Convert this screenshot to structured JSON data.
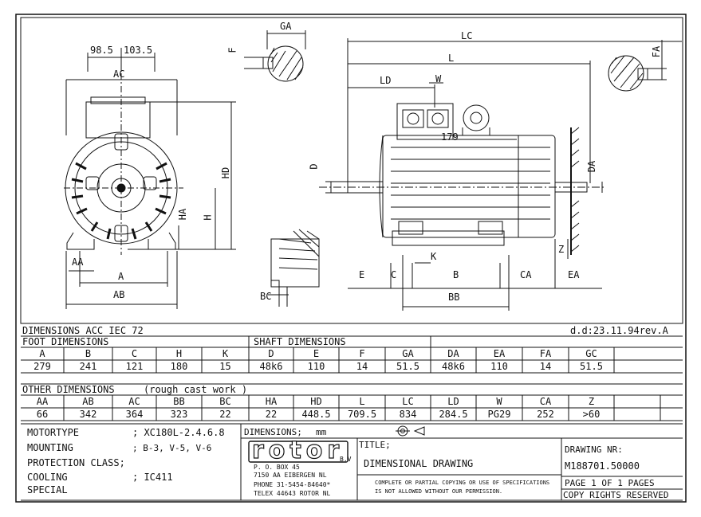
{
  "dims_row1": {
    "AC": "AC",
    "s985": "98.5",
    "s1035": "103.5",
    "HD": "HD",
    "H": "H",
    "HA": "HA",
    "A": "A",
    "AA": "AA",
    "AB": "AB",
    "GA": "GA",
    "F": "F",
    "BC": "BC",
    "LC": "LC",
    "L": "L",
    "LD": "LD",
    "W": "W",
    "s179": "179",
    "D": "D",
    "E": "E",
    "C": "C",
    "B": "B",
    "K": "K",
    "BB": "BB",
    "CA": "CA",
    "EA": "EA",
    "Z": "Z",
    "DA": "DA",
    "FA": "FA"
  },
  "header": {
    "title": "DIMENSIONS ACC IEC 72",
    "date": "d.d:23.11.94rev.A"
  },
  "foot": {
    "label": "FOOT DIMENSIONS",
    "cols": [
      "A",
      "B",
      "C",
      "H",
      "K"
    ],
    "vals": [
      "279",
      "241",
      "121",
      "180",
      "15"
    ]
  },
  "shaft": {
    "label": "SHAFT DIMENSIONS",
    "cols": [
      "D",
      "E",
      "F",
      "GA",
      "DA",
      "EA",
      "FA",
      "GC"
    ],
    "vals": [
      "48k6",
      "110",
      "14",
      "51.5",
      "48k6",
      "110",
      "14",
      "51.5"
    ]
  },
  "other": {
    "label": "OTHER DIMENSIONS",
    "note": "(rough cast work )",
    "cols": [
      "AA",
      "AB",
      "AC",
      "BB",
      "BC",
      "HA",
      "HD",
      "L",
      "LC",
      "LD",
      "W",
      "CA",
      "Z"
    ],
    "vals": [
      "66",
      "342",
      "364",
      "323",
      "22",
      "22",
      "448.5",
      "709.5",
      "834",
      "284.5",
      "PG29",
      "252",
      ">60"
    ]
  },
  "info": {
    "motortype_label": "MOTORTYPE",
    "motortype_value": "XC180L-2.4.6.8",
    "mounting_label": "MOUNTING",
    "mounting_value": "B-3, V-5, V-6",
    "protection_label": "PROTECTION CLASS;",
    "cooling_label": "COOLING",
    "cooling_value": "IC411",
    "special_label": "SPECIAL"
  },
  "company": {
    "dims_label": "DIMENSIONS;",
    "dims_unit": "mm",
    "logo": "rotor",
    "logo_suffix": "B.V",
    "addr1": "P. O. BOX 45",
    "addr2": "7150 AA EIBERGEN NL",
    "phone": "PHONE 31-5454-84640*",
    "telex": "TELEX 44643 ROTOR NL"
  },
  "title": {
    "label": "TITLE;",
    "value": "DIMENSIONAL DRAWING",
    "copy1": "COMPLETE OR PARTIAL COPYING OR USE OF SPECIFICATIONS",
    "copy2": "IS NOT ALLOWED WITHOUT OUR PERMISSION."
  },
  "drawing": {
    "nr_label": "DRAWING NR:",
    "nr_value": "M188701.50000",
    "pages": "PAGE 1 OF 1 PAGES",
    "rights": "COPY RIGHTS RESERVED"
  }
}
